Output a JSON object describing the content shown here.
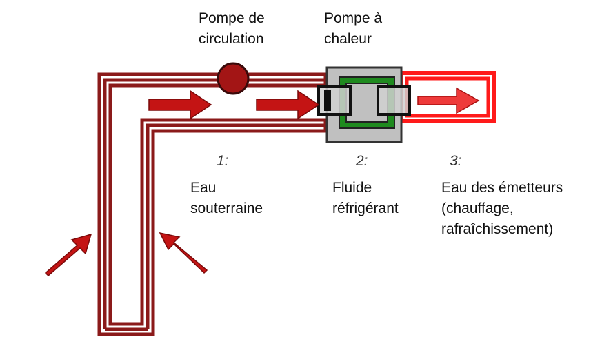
{
  "labels": {
    "pump": [
      "Pompe de",
      "circulation"
    ],
    "heat_pump": [
      "Pompe à",
      "chaleur"
    ],
    "stage1": {
      "number": "1:",
      "text": [
        "Eau",
        "souterraine"
      ]
    },
    "stage2": {
      "number": "2:",
      "text": [
        "Fluide",
        "réfrigérant"
      ]
    },
    "stage3": {
      "number": "3:",
      "text": [
        "Eau des émetteurs",
        "(chauffage,",
        "rafraîchissement)"
      ]
    }
  },
  "colors": {
    "ground_pipe": "#8b1a1a",
    "emitter_pipe": "#ff1a1a",
    "arrow": "#c41414",
    "arrow_light": "#ee3a3a",
    "pump_fill": "#a31515",
    "heat_pump_box": "#c0c0c0",
    "refrigerant": "#1f8a1f"
  },
  "icons": [
    "circulation-pump-icon",
    "heat-exchanger-icon",
    "flow-arrow-icon"
  ]
}
